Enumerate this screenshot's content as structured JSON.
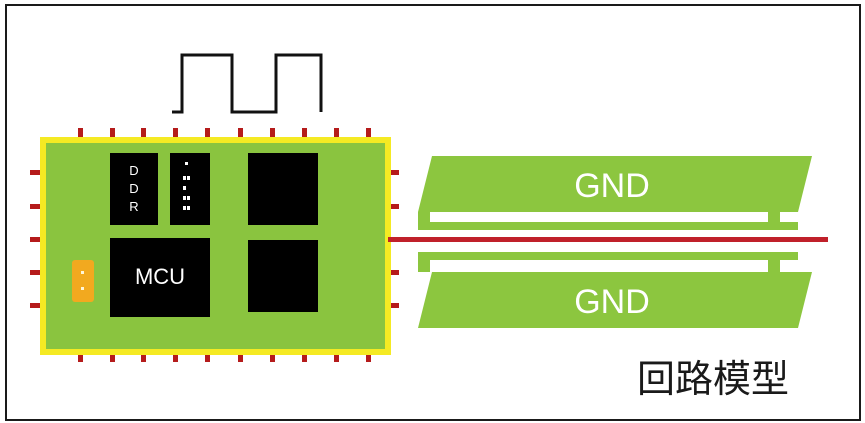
{
  "board": {
    "chips": {
      "ddr_label": "D\nD\nR",
      "mcu_label": "MCU"
    }
  },
  "planes": {
    "top_label": "GND",
    "bottom_label": "GND"
  },
  "caption": "回路模型",
  "colors": {
    "board": "#8ac43f",
    "board_outline": "#f5ea23",
    "pin": "#b51b1b",
    "chip": "#000000",
    "plane": "#8cc63f",
    "trace": "#c0202a",
    "badge": "#f2a91f"
  }
}
